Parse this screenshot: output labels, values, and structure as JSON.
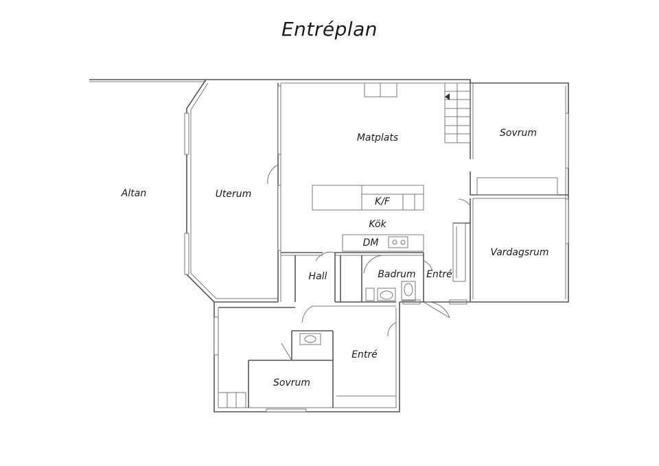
{
  "title": "Entréplan",
  "rooms": {
    "altan": "Altan",
    "uterum": "Uterum",
    "matplats": "Matplats",
    "sovrum_upper": "Sovrum",
    "kf": "K/F",
    "kok": "Kök",
    "dm": "DM",
    "vardagsrum": "Vardagsrum",
    "hall": "Hall",
    "badrum": "Badrum",
    "entre_upper": "Entré",
    "entre_lower": "Entré",
    "sovrum_lower": "Sovrum"
  }
}
